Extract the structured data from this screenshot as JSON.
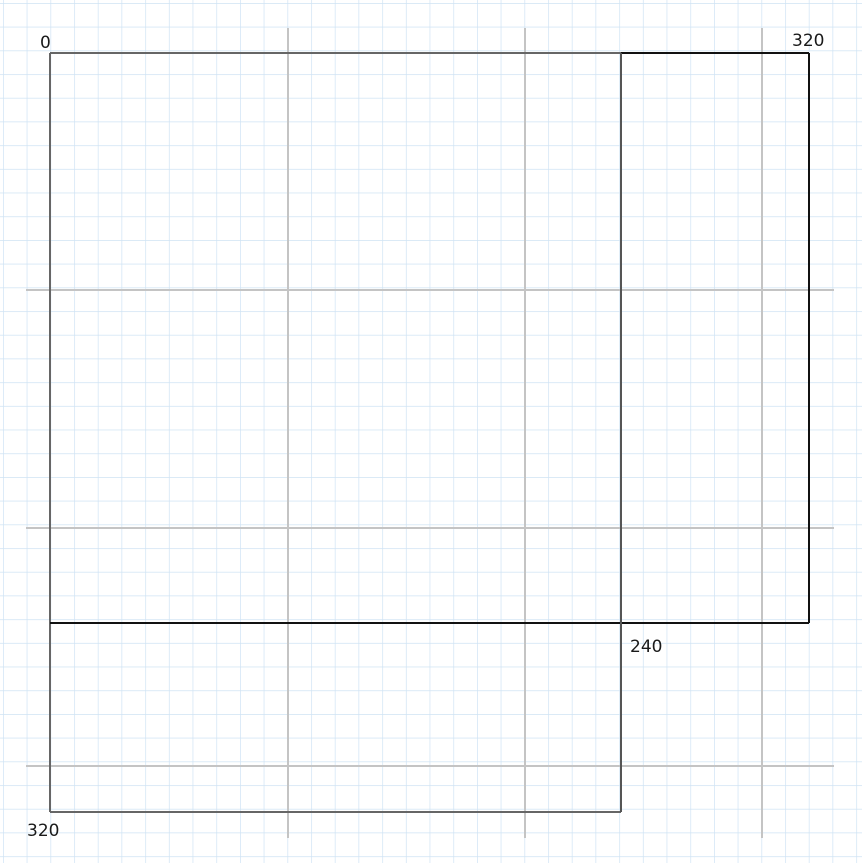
{
  "diagram": {
    "labels": {
      "origin": "0",
      "top_right": "320",
      "inner_corner": "240",
      "bottom_left": "320"
    },
    "grid_paper_color": "#cfe3f4",
    "major_grid_color": "#c4c4c4",
    "outline_color": "#111111"
  }
}
